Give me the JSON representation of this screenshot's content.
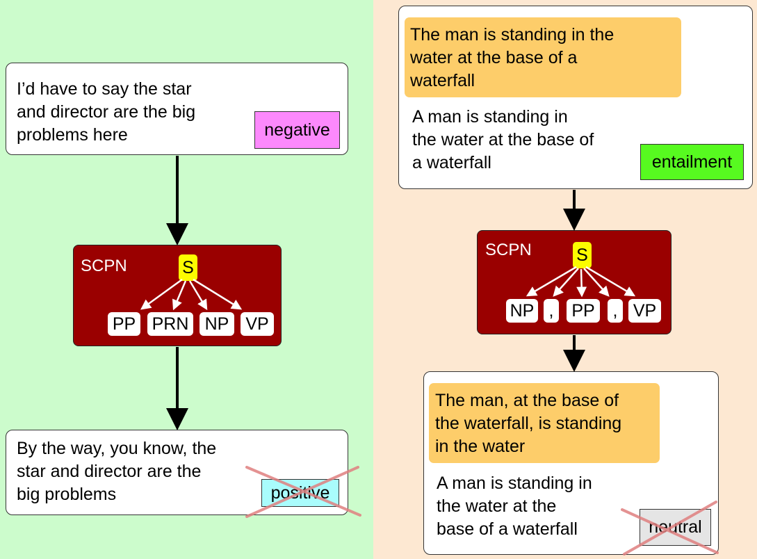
{
  "left": {
    "input": {
      "lines": [
        "I’d have to say the star",
        "and director are the big",
        "problems here"
      ],
      "label": "negative"
    },
    "scpn": {
      "title": "SCPN",
      "root": "S",
      "children": [
        "PP",
        "PRN",
        "NP",
        "VP"
      ]
    },
    "output": {
      "lines": [
        "By the way, you know, the",
        "star and director are the",
        "big problems"
      ],
      "label": "positive"
    }
  },
  "right": {
    "input": {
      "premise_lines": [
        "The man is standing in the",
        "water at the base of a",
        "waterfall"
      ],
      "hypothesis_lines": [
        "A man is standing in",
        "the water at the base of",
        "a waterfall"
      ],
      "label": "entailment"
    },
    "scpn": {
      "title": "SCPN",
      "root": "S",
      "children": [
        "NP",
        ",",
        "PP",
        ",",
        "VP"
      ]
    },
    "output": {
      "premise_lines": [
        "The man, at the base of",
        "the waterfall, is standing",
        "in the water"
      ],
      "hypothesis_lines": [
        "A man is standing in",
        "the water at the",
        "base of a waterfall"
      ],
      "label": "neutral"
    }
  },
  "colors": {
    "left_bg": "#ccfccc",
    "right_bg": "#fde8d2",
    "scpn_fill": "#9a0000",
    "root_node": "#fcfc00",
    "premise_highlight": "#fdcd6a",
    "negative": "#fc89fc",
    "positive": "#a9fcfc",
    "entailment": "#57fa20",
    "neutral": "#e5e5e5",
    "cross": "#e08080"
  }
}
